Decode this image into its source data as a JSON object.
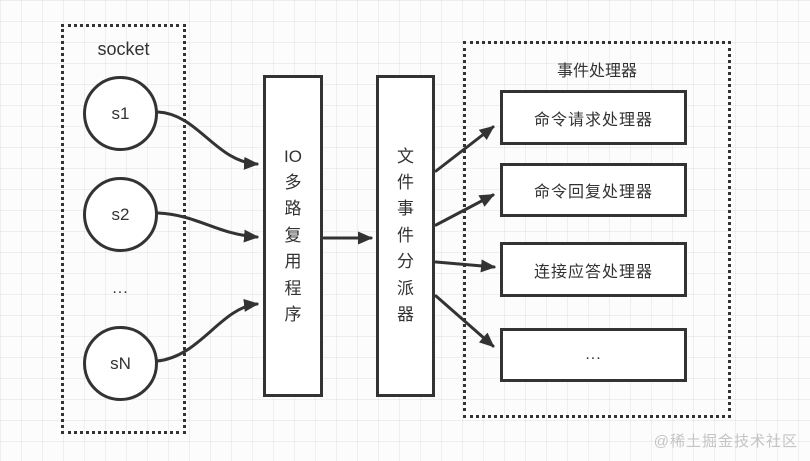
{
  "socket_group": {
    "title": "socket",
    "nodes": [
      {
        "label": "s1"
      },
      {
        "label": "s2"
      },
      {
        "label": "..."
      },
      {
        "label": "sN"
      }
    ]
  },
  "io_multiplexer": {
    "label": "IO\n多\n路\n复\n用\n程\n序"
  },
  "dispatcher": {
    "label": "文\n件\n事\n件\n分\n派\n器"
  },
  "handlers": {
    "title": "事件处理器",
    "items": [
      {
        "label": "命令请求处理器"
      },
      {
        "label": "命令回复处理器"
      },
      {
        "label": "连接应答处理器"
      },
      {
        "label": "..."
      }
    ]
  },
  "watermark": "@稀土掘金技术社区",
  "colors": {
    "stroke": "#333333",
    "text": "#333333",
    "watermark": "#c4c4c4",
    "grid": "#ededed",
    "background": "#fcfcfc"
  }
}
